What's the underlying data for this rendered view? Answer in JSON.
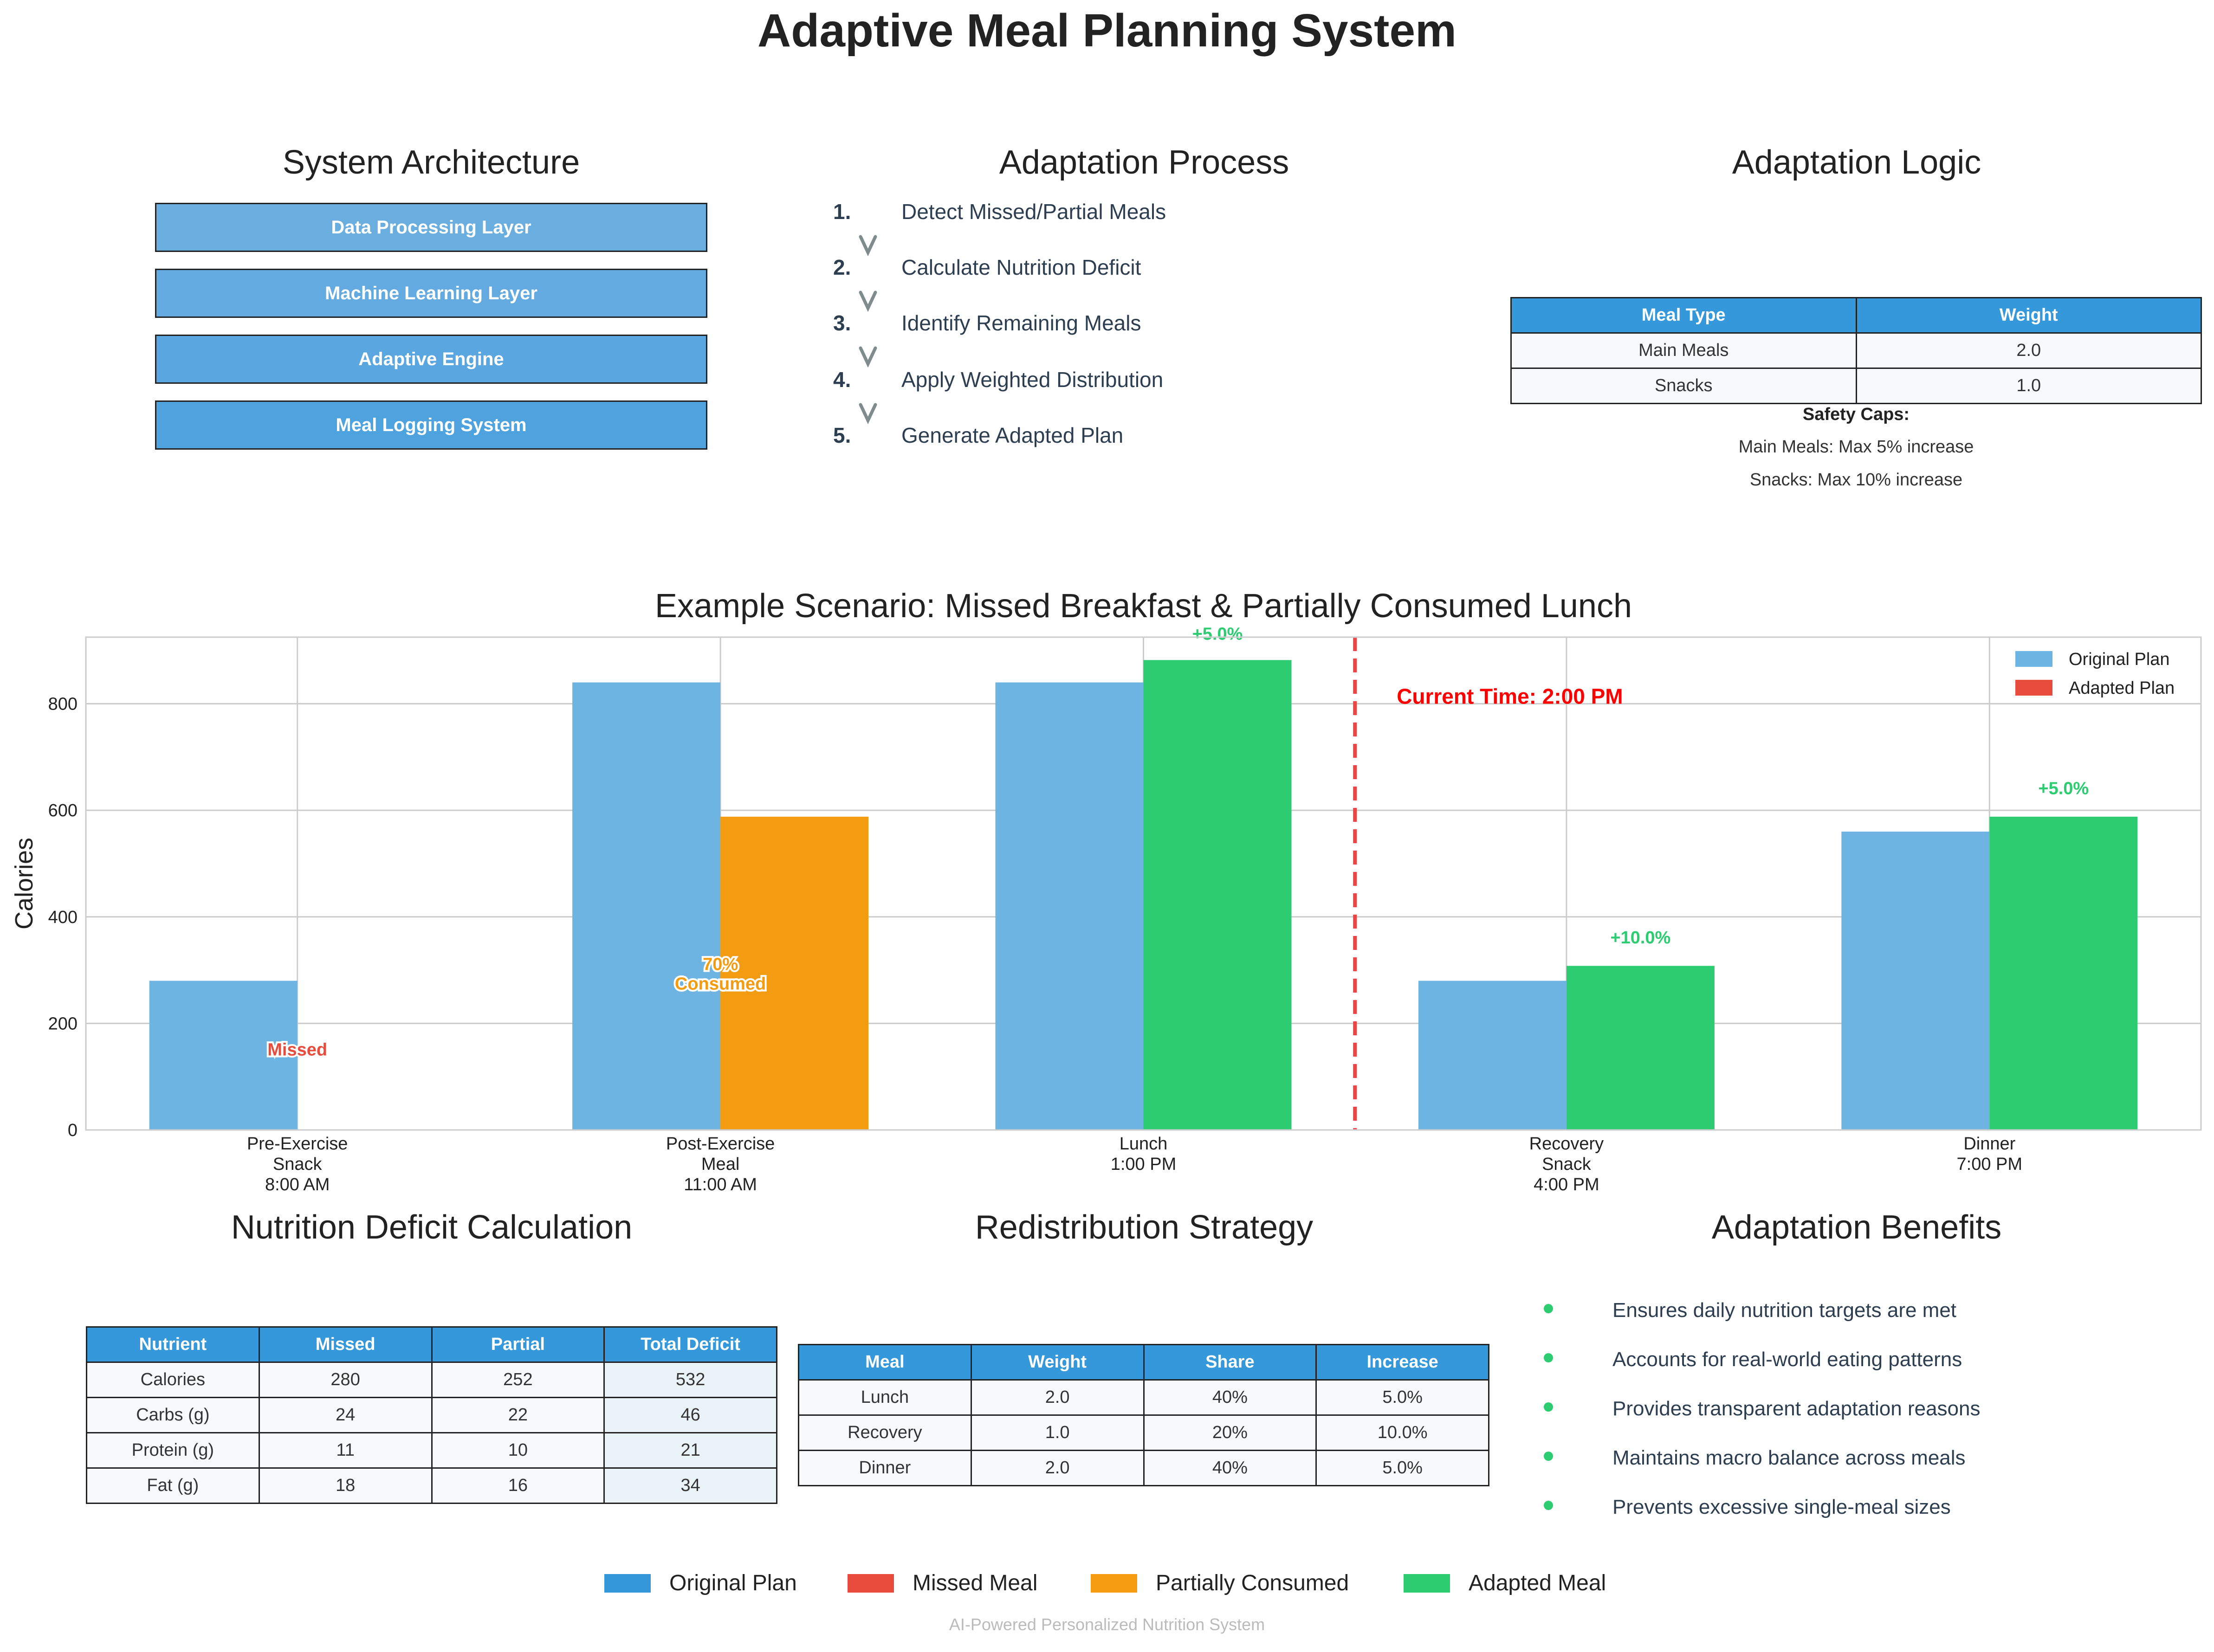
{
  "title": "Adaptive Meal Planning System",
  "architecture": {
    "title": "System Architecture",
    "layers": [
      {
        "label": "Data Processing Layer",
        "color": "#6aaee0"
      },
      {
        "label": "Machine Learning Layer",
        "color": "#62aae0"
      },
      {
        "label": "Adaptive Engine",
        "color": "#5aa6e0"
      },
      {
        "label": "Meal Logging System",
        "color": "#4ea3de"
      }
    ]
  },
  "process": {
    "title": "Adaptation Process",
    "steps": [
      {
        "num": "1.",
        "text": "Detect Missed/Partial Meals"
      },
      {
        "num": "2.",
        "text": "Calculate Nutrition Deficit"
      },
      {
        "num": "3.",
        "text": "Identify Remaining Meals"
      },
      {
        "num": "4.",
        "text": "Apply Weighted Distribution"
      },
      {
        "num": "5.",
        "text": "Generate Adapted Plan"
      }
    ]
  },
  "logic": {
    "title": "Adaptation Logic",
    "headers": [
      "Meal Type",
      "Weight"
    ],
    "rows": [
      [
        "Main Meals",
        "2.0"
      ],
      [
        "Snacks",
        "1.0"
      ]
    ],
    "caps_title": "Safety Caps:",
    "caps": [
      "Main Meals: Max 5% increase",
      "Snacks: Max 10% increase"
    ]
  },
  "chart_data": {
    "type": "bar",
    "title": "Example Scenario: Missed Breakfast & Partially Consumed Lunch",
    "ylabel": "Calories",
    "ylim": [
      0,
      925
    ],
    "yticks": [
      0,
      200,
      400,
      600,
      800
    ],
    "categories": [
      "Pre-Exercise\nSnack\n8:00 AM",
      "Post-Exercise\nMeal\n11:00 AM",
      "Lunch\n1:00 PM",
      "Recovery\nSnack\n4:00 PM",
      "Dinner\n7:00 PM"
    ],
    "series": [
      {
        "name": "Original Plan",
        "color": "#6eb4e2",
        "values": [
          280,
          840,
          840,
          280,
          560
        ]
      },
      {
        "name": "Adapted Plan",
        "color": "#e74c3c",
        "values": [
          0,
          588,
          882,
          308,
          588
        ],
        "bar_colors": [
          "#e74c3c",
          "#f39c12",
          "#2ecc71",
          "#2ecc71",
          "#2ecc71"
        ]
      }
    ],
    "bar_annotations": [
      {
        "index": 0,
        "text": "Missed",
        "color": "#e74c3c",
        "y": 140
      },
      {
        "index": 1,
        "text": "70%\nConsumed",
        "color": "#f39c12",
        "y": 300
      },
      {
        "index": 2,
        "text": "+5.0%",
        "color": "#2ecc71",
        "y": 920
      },
      {
        "index": 3,
        "text": "+10.0%",
        "color": "#2ecc71",
        "y": 350
      },
      {
        "index": 4,
        "text": "+5.0%",
        "color": "#2ecc71",
        "y": 630
      }
    ],
    "current_time": {
      "label": "Current Time: 2:00 PM",
      "position": 2.5,
      "color": "#ff0000"
    },
    "grid": true,
    "legend": "top-right"
  },
  "deficit": {
    "title": "Nutrition Deficit Calculation",
    "headers": [
      "Nutrient",
      "Missed",
      "Partial",
      "Total Deficit"
    ],
    "rows": [
      [
        "Calories",
        "280",
        "252",
        "532"
      ],
      [
        "Carbs (g)",
        "24",
        "22",
        "46"
      ],
      [
        "Protein (g)",
        "11",
        "10",
        "21"
      ],
      [
        "Fat (g)",
        "18",
        "16",
        "34"
      ]
    ]
  },
  "redistribution": {
    "title": "Redistribution Strategy",
    "headers": [
      "Meal",
      "Weight",
      "Share",
      "Increase"
    ],
    "rows": [
      [
        "Lunch",
        "2.0",
        "40%",
        "5.0%"
      ],
      [
        "Recovery",
        "1.0",
        "20%",
        "10.0%"
      ],
      [
        "Dinner",
        "2.0",
        "40%",
        "5.0%"
      ]
    ]
  },
  "benefits": {
    "title": "Adaptation Benefits",
    "items": [
      "Ensures daily nutrition targets are met",
      "Accounts for real-world eating patterns",
      "Provides transparent adaptation reasons",
      "Maintains macro balance across meals",
      "Prevents excessive single-meal sizes"
    ]
  },
  "bottom_legend": [
    {
      "label": "Original Plan",
      "color": "#3498db"
    },
    {
      "label": "Missed Meal",
      "color": "#e74c3c"
    },
    {
      "label": "Partially Consumed",
      "color": "#f39c12"
    },
    {
      "label": "Adapted Meal",
      "color": "#2ecc71"
    }
  ],
  "footer": "AI-Powered Personalized Nutrition System"
}
